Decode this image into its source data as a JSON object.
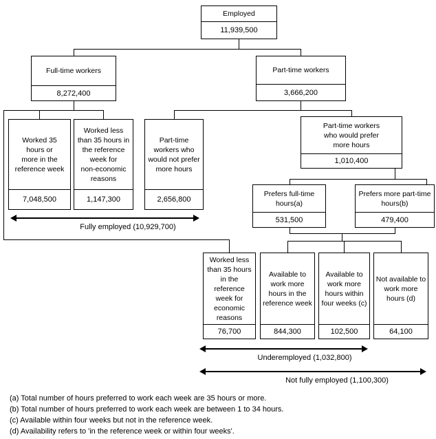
{
  "nodes": {
    "employed": {
      "label": "Employed",
      "value": "11,939,500"
    },
    "fulltime": {
      "label": "Full-time workers",
      "value": "8,272,400"
    },
    "parttime": {
      "label": "Part-time workers",
      "value": "3,666,200"
    },
    "worked35": {
      "label": "Worked 35\nhours or\nmore in the\nreference week",
      "value": "7,048,500"
    },
    "lt35noneco": {
      "label": "Worked less\nthan 35 hours in\nthe reference\nweek for\nnon-economic\nreasons",
      "value": "1,147,300"
    },
    "ptnoprefer": {
      "label": "Part-time\nworkers who\nwould not prefer\nmore hours",
      "value": "2,656,800"
    },
    "ptprefer": {
      "label": "Part-time workers\nwho would prefer\nmore hours",
      "value": "1,010,400"
    },
    "prefersft": {
      "label": "Prefers full-time\nhours(a)",
      "value": "531,500"
    },
    "preferspt": {
      "label": "Prefers more part-time\nhours(b)",
      "value": "479,400"
    },
    "lt35eco": {
      "label": "Worked less\nthan 35 hours\nin the\nreference\nweek for\neconomic\nreasons",
      "value": "76,700"
    },
    "availref": {
      "label": "Available to\nwork more\nhours in the\nreference week",
      "value": "844,300"
    },
    "availfour": {
      "label": "Available to\nwork more\nhours within\nfour weeks (c)",
      "value": "102,500"
    },
    "notavail": {
      "label": "Not available to\nwork more\nhours (d)",
      "value": "64,100"
    }
  },
  "spans": {
    "fully": "Fully employed (10,929,700)",
    "under": "Underemployed (1,032,800)",
    "notfully": "Not fully employed (1,100,300)"
  },
  "footnotes": [
    "(a) Total number of hours preferred to work each week are 35 hours or more.",
    "(b) Total number of hours preferred to work each week are between 1 to 34 hours.",
    "(c) Available within four weeks but not in the reference week.",
    "(d) Availability refers to 'in the reference week or within four weeks'."
  ],
  "colors": {
    "line": "#000000",
    "background": "#ffffff",
    "text": "#000000"
  }
}
